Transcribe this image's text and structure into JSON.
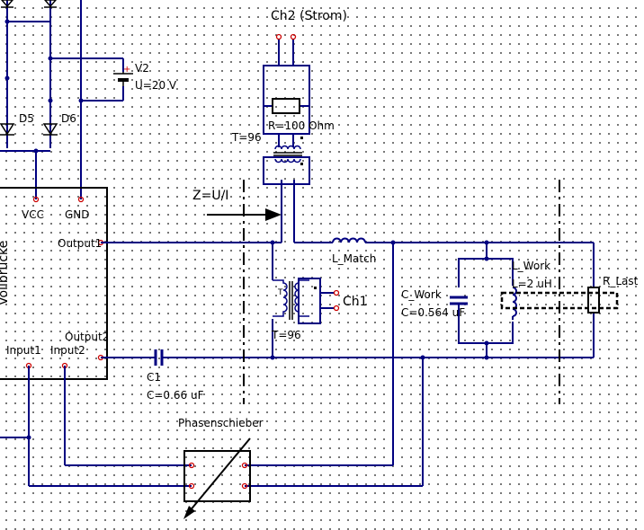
{
  "labels": {
    "ch2": "Ch2 (Strom)",
    "v2_name": "V2",
    "v2_value": "U=20 V",
    "r_value": "R=100 Ohm",
    "t_top": "T=96",
    "d5": "D5",
    "d6": "D6",
    "vcc": "VCC",
    "gnd": "GND",
    "z": "Z=U/I",
    "output1": "Output1",
    "output2": "Output2",
    "input1": "Input1",
    "input2": "Input2",
    "vollbrucke": "Vollbrücke",
    "l_match": "L_Match",
    "ch1": "Ch1",
    "t_bottom": "T=96",
    "c_work_name": "C_Work",
    "c_work_value": "C=0.564 uF",
    "l_work_name": "L_Work",
    "l_work_value": "L=2 uH",
    "r_last": "R_Last",
    "c1_name": "C1",
    "c1_value": "C=0.66 uF",
    "phasenschieber": "Phasenschieber",
    "plus_sign": "+"
  },
  "colors": {
    "wire": "#000080",
    "component": "#000000",
    "port": "#cc0000",
    "background": "#ffffff",
    "grid": "#555555"
  }
}
